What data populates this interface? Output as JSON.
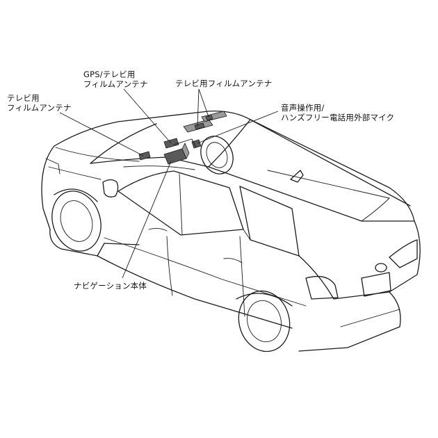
{
  "labels": {
    "tv_antenna_left_line1": "テレビ用",
    "tv_antenna_left_line2": "フィルムアンテナ",
    "gps_tv_line1": "GPS/テレビ用",
    "gps_tv_line2": "フィルムアンテナ",
    "tv_antenna_top": "テレビ用フィルムアンテナ",
    "mic_line1": "音声操作用/",
    "mic_line2": "ハンズフリー電話用外部マイク",
    "nav_unit": "ナビゲーション本体"
  }
}
